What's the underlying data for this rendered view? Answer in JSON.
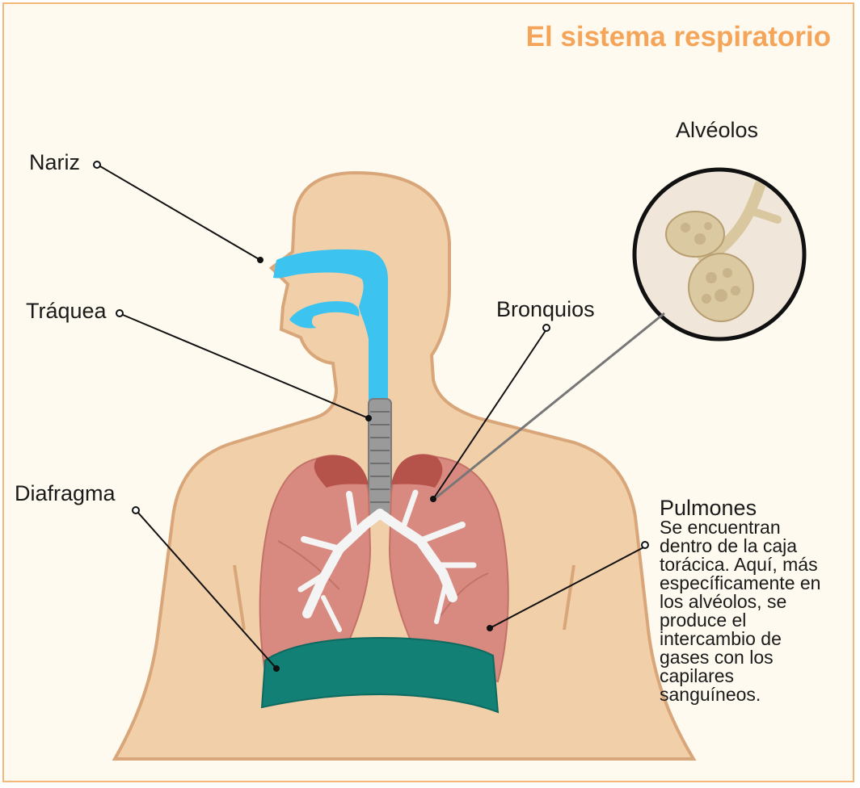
{
  "title": "El sistema respiratorio",
  "labels": {
    "nariz": "Nariz",
    "traquea": "Tráquea",
    "bronquios": "Bronquios",
    "alveolos": "Alvéolos",
    "diafragma": "Diafragma",
    "pulmones": "Pulmones"
  },
  "pulmones_description": "Se encuentran dentro de la caja torácica. Aquí, más específicamente en los alvéolos, se produce el intercambio de gases con los capilares sanguíneos.",
  "colors": {
    "frame_border": "#f3b877",
    "title": "#f5a55a",
    "body_fill": "#f0cfa9",
    "body_outline": "#d9a67a",
    "airway": "#3cc3ef",
    "lung": "#d98a80",
    "lung_top": "#b5524a",
    "bronchi": "#f4f4f4",
    "diaphragm": "#128074",
    "trachea": "#9a9a9a"
  },
  "icons": [
    "callout-dot-icon"
  ]
}
